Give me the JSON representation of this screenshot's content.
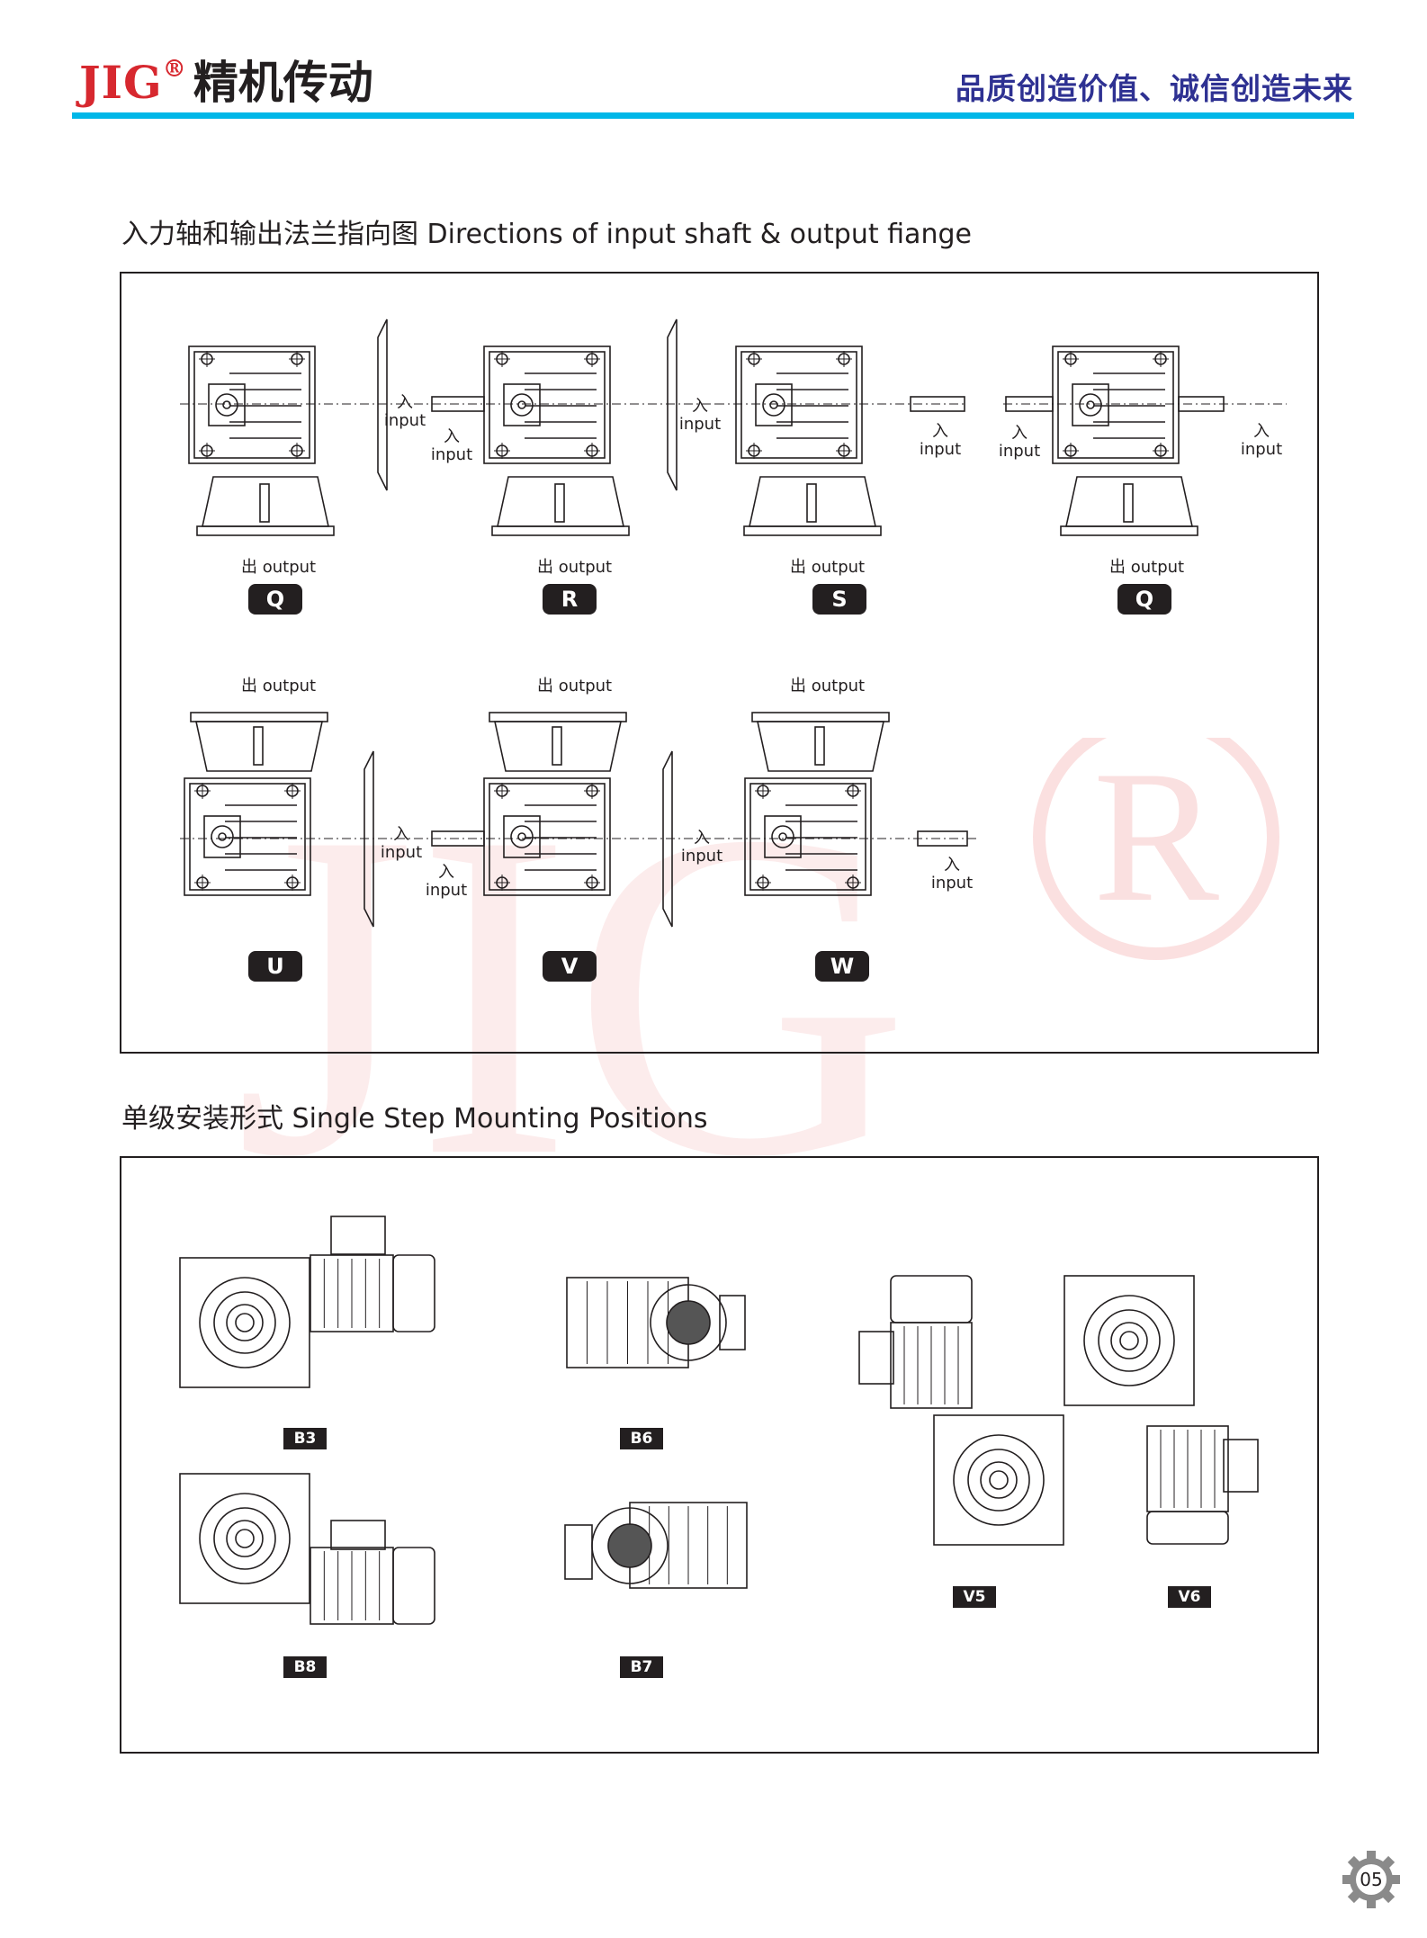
{
  "header": {
    "brand_latin": "JIG",
    "brand_reg": "®",
    "brand_cn": "精机传动",
    "slogan": "品质创造价值、诚信创造未来",
    "accent_color": "#00b7e8",
    "brand_color": "#d7282f",
    "slogan_color": "#2e3192"
  },
  "section1": {
    "title": "入力轴和输出法兰指向图 Directions of input shaft & output fiange",
    "input_label": "input",
    "input_glyph": "入",
    "output_label": "output",
    "output_glyph": "出",
    "positions": [
      "Q",
      "R",
      "S",
      "Q",
      "U",
      "V",
      "W"
    ]
  },
  "section2": {
    "title": "单级安装形式 Single Step Mounting Positions",
    "positions": [
      "B3",
      "B6",
      "V5",
      "V6",
      "B8",
      "B7"
    ]
  },
  "watermark": {
    "text": "JIG",
    "mark": "®",
    "color": "#f7c9c9"
  },
  "footer": {
    "page_number": "05"
  }
}
